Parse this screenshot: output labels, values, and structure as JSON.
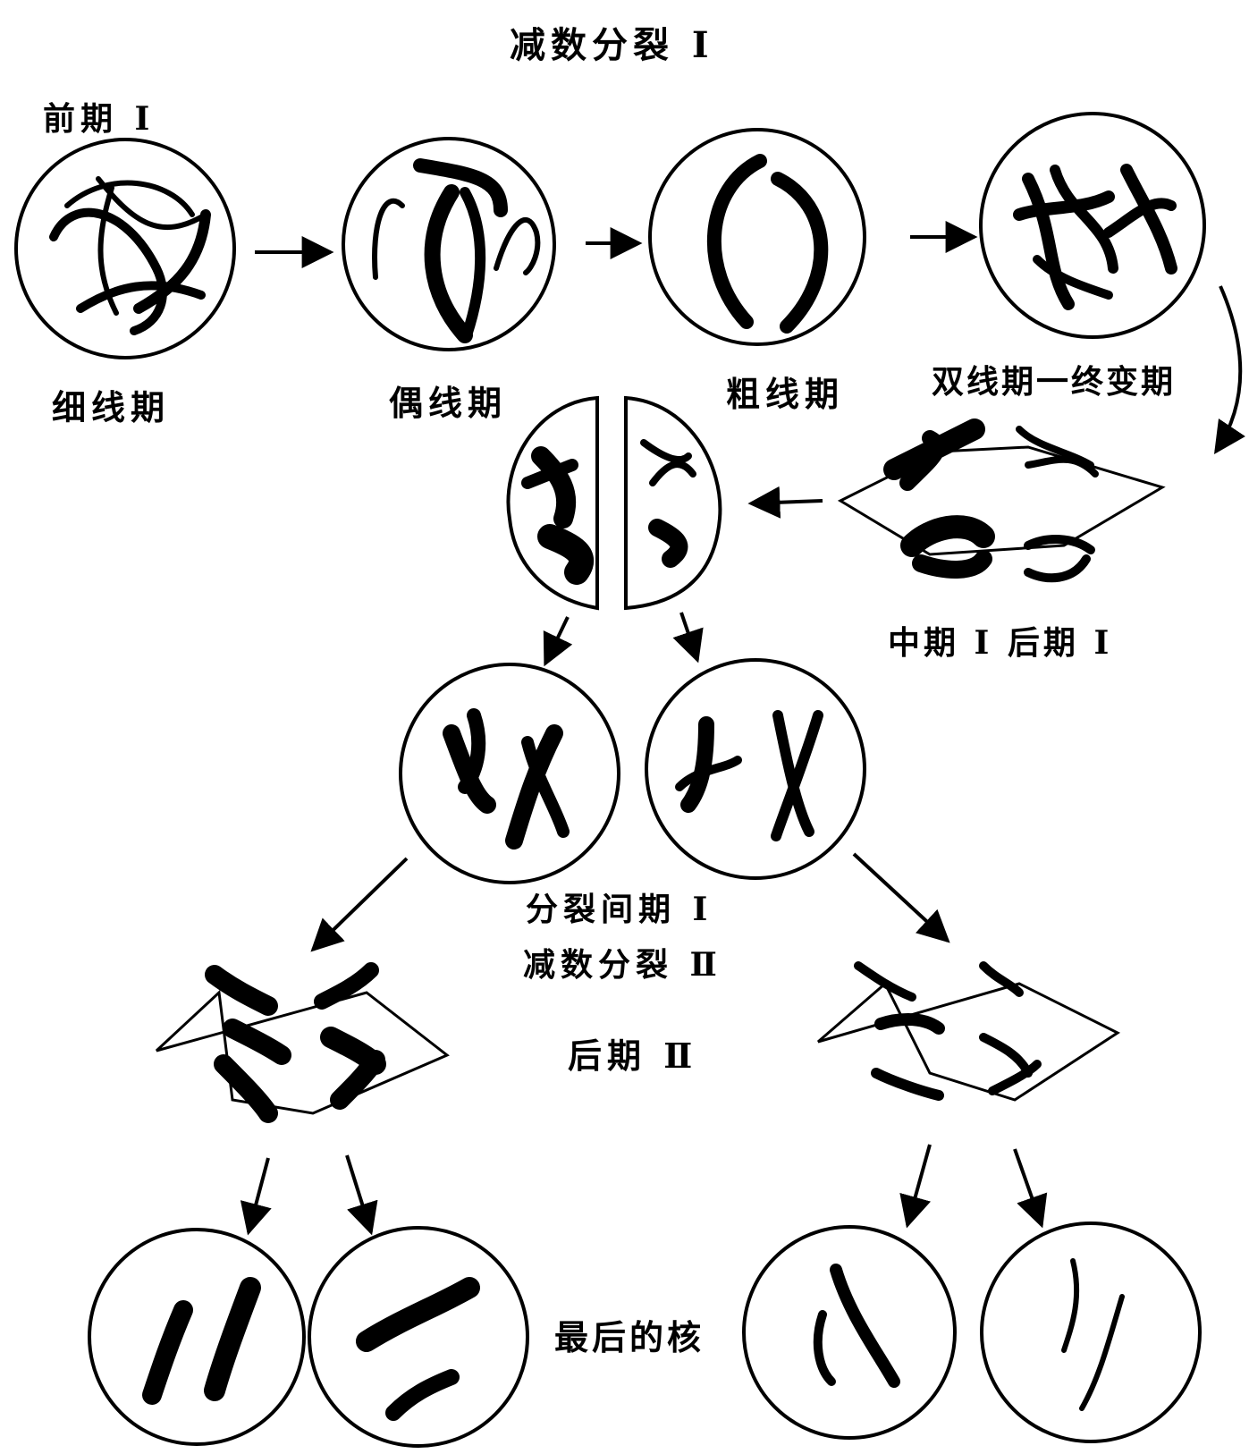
{
  "title": "减数分裂 Ⅰ",
  "labels": {
    "prophase": "前期 Ⅰ",
    "leptotene": "细线期",
    "zygotene": "偶线期",
    "pachytene": "粗线期",
    "diplotene_diakinesis": "双线期一终变期",
    "metaphase_anaphase_1": "中期 Ⅰ 后期 Ⅰ",
    "interkinesis": "分裂间期 Ⅰ",
    "meiosis_2": "减数分裂 Ⅱ",
    "anaphase_2": "后期 Ⅱ",
    "final_nuclei": "最后的核"
  },
  "colors": {
    "ink": "#000000",
    "paper": "#ffffff"
  }
}
